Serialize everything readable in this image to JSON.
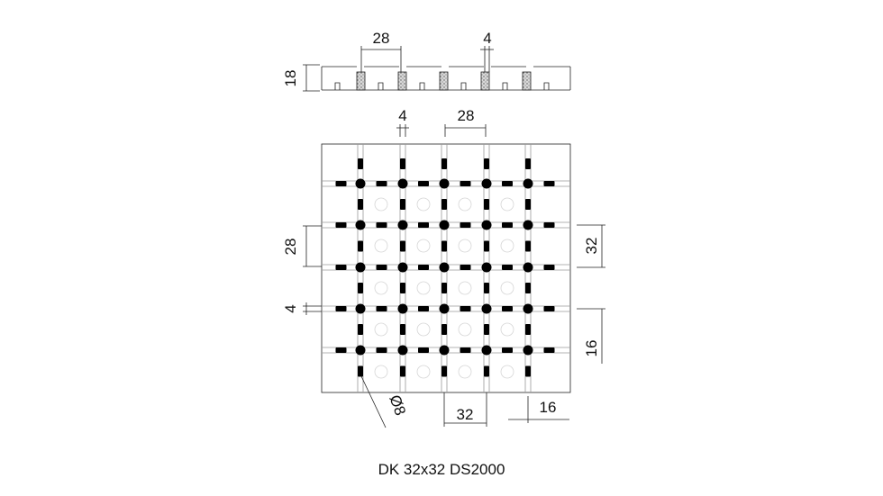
{
  "drawing": {
    "caption": "DK 32x32 DS2000",
    "section": {
      "height_label": "18",
      "pitch_label": "28",
      "gap_label": "4"
    },
    "plan": {
      "top_gap_label": "4",
      "top_pitch_label": "28",
      "left_pitch_label": "28",
      "left_gap_label": "4",
      "right_module_label": "32",
      "right_half_label": "16",
      "bottom_module_label": "32",
      "bottom_half_label": "16",
      "diameter_label": "Ø8"
    }
  },
  "colors": {
    "line": "#222222",
    "bar": "#000000",
    "hatch_fill": "#cfcfcf"
  }
}
